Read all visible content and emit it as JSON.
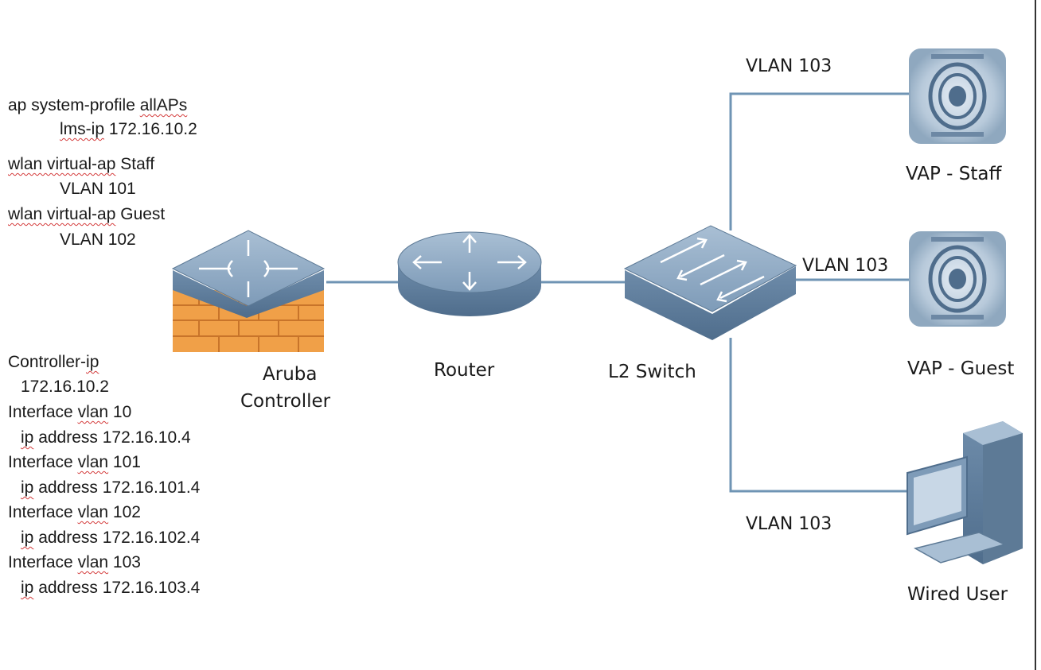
{
  "ap_config": {
    "line1_pre": "ap system-profile ",
    "line1_sq": "allAPs",
    "line2_sq": "lms-ip",
    "line2_post": " 172.16.10.2",
    "line3_sq": "wlan virtual-ap",
    "line3_post": " Staff",
    "line4": "VLAN 101",
    "line5_sq": "wlan virtual-ap",
    "line5_post": " Guest",
    "line6": "VLAN 102"
  },
  "controller_config": {
    "l1_pre": "Controller-",
    "l1_sq": "ip",
    "l2": "172.16.10.2",
    "l3_pre": "Interface ",
    "l3_sq": "vlan",
    "l3_post": " 10",
    "l4_sq": "ip",
    "l4_post": " address 172.16.10.4",
    "l5_pre": "Interface ",
    "l5_sq": "vlan",
    "l5_post": " 101",
    "l6_sq": "ip",
    "l6_post": " address 172.16.101.4",
    "l7_pre": "Interface ",
    "l7_sq": "vlan",
    "l7_post": " 102",
    "l8_sq": "ip",
    "l8_post": " address 172.16.102.4",
    "l9_pre": "Interface ",
    "l9_sq": "vlan",
    "l9_post": " 103",
    "l10_sq": "ip",
    "l10_post": " address 172.16.103.4"
  },
  "nodes": {
    "controller_line1": "Aruba",
    "controller_line2": "Controller",
    "router": "Router",
    "switch": "L2 Switch",
    "ap_staff": "VAP - Staff",
    "ap_guest": "VAP - Guest",
    "wired": "Wired User"
  },
  "links": {
    "staff_vlan": "VLAN 103",
    "guest_vlan": "VLAN 103",
    "wired_vlan": "VLAN 103"
  },
  "colors": {
    "device_blue": "#7f9cb8",
    "device_dark": "#5d7a96",
    "firewall_orange": "#f0a048",
    "link_blue": "#6f94b4"
  }
}
